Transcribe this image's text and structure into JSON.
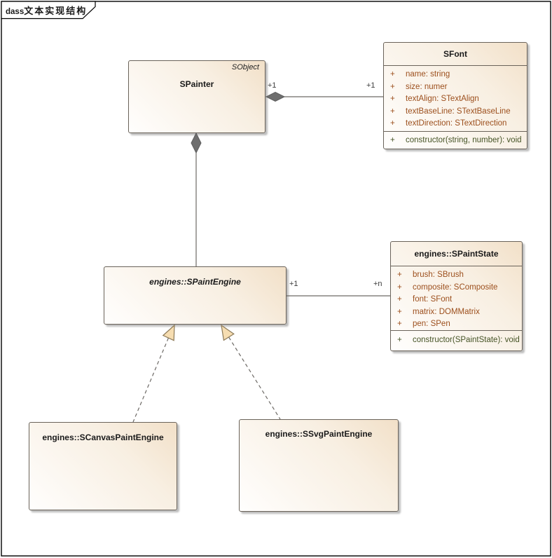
{
  "frame": {
    "label_prefix": "dass",
    "label_title": "文本实现结构"
  },
  "colors": {
    "box_fill_top_right": "#f2e0c8",
    "box_fill_bottom_left": "#fffefd",
    "box_border": "#6a635a",
    "connector_line": "#6d6a66",
    "composition_diamond": "#6e6e6e",
    "generalization_arrow_fill": "#f6ddb1",
    "generalization_arrow_stroke": "#8d7a58",
    "attribute_text": "#9c4f1d",
    "operation_text": "#465426",
    "frame_border": "#000000"
  },
  "classes": {
    "spainter": {
      "name": "SPainter",
      "parent": "SObject"
    },
    "sfont": {
      "name": "SFont",
      "attributes": [
        {
          "vis": "+",
          "text": "name: string"
        },
        {
          "vis": "+",
          "text": "size: numer"
        },
        {
          "vis": "+",
          "text": "textAlign: STextAlign"
        },
        {
          "vis": "+",
          "text": "textBaseLine: STextBaseLine"
        },
        {
          "vis": "+",
          "text": "textDirection: STextDirection"
        }
      ],
      "operations": [
        {
          "vis": "+",
          "text": "constructor(string, number): void"
        }
      ]
    },
    "spaintengine": {
      "name": "engines::SPaintEngine"
    },
    "spaintstate": {
      "name": "engines::SPaintState",
      "attributes": [
        {
          "vis": "+",
          "text": "brush: SBrush"
        },
        {
          "vis": "+",
          "text": "composite: SComposite"
        },
        {
          "vis": "+",
          "text": "font: SFont"
        },
        {
          "vis": "+",
          "text": "matrix: DOMMatrix"
        },
        {
          "vis": "+",
          "text": "pen: SPen"
        }
      ],
      "operations": [
        {
          "vis": "+",
          "text": "constructor(SPaintState): void"
        }
      ]
    },
    "scanvaspaintengine": {
      "name": "engines::SCanvasPaintEngine"
    },
    "ssvgpaintengine": {
      "name": "engines::SSvgPaintEngine"
    }
  },
  "relations": {
    "spainter_sfont": {
      "type": "composition",
      "source_label": "+1",
      "target_label": "+1"
    },
    "spainter_spaintengine": {
      "type": "composition",
      "source_label": "",
      "target_label": ""
    },
    "spaintengine_spaintstate": {
      "type": "association",
      "source_label": "+1",
      "target_label": "+n"
    },
    "scanvas_generalization": {
      "type": "realization"
    },
    "ssvg_generalization": {
      "type": "realization"
    }
  }
}
